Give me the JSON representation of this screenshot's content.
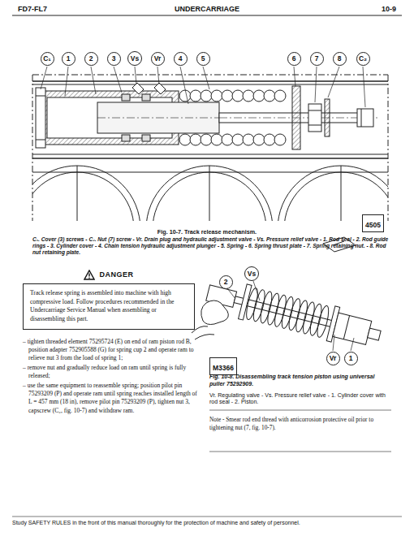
{
  "diagram": {
    "title": "UNDERCARRIAGE",
    "caption": "Fig. 10-7. Track release mechanism.",
    "nodes": [
      {
        "text": [
          "C₁"
        ]
      },
      {
        "text": [
          "1"
        ]
      },
      {
        "text": [
          "2"
        ]
      },
      {
        "text": [
          "3"
        ]
      },
      {
        "text": [
          "Vs"
        ]
      },
      {
        "text": [
          "Vr"
        ]
      },
      {
        "text": [
          "4"
        ]
      },
      {
        "text": [
          "5"
        ]
      },
      {
        "text": [
          "6"
        ]
      },
      {
        "text": [
          "7"
        ]
      },
      {
        "text": [
          "8"
        ]
      },
      {
        "text": [
          "C₂"
        ]
      },
      {
        "text": [
          "4505"
        ]
      },
      {
        "text": [
          "DANGER",
          "Track release spring is assembled into machine with high compressive load. Follow procedures recommended in the Undercarriage Service Manual when assembling or disassembling this part."
        ]
      },
      {
        "text": [
          "2"
        ]
      },
      {
        "text": [
          "Vs"
        ]
      },
      {
        "text": [
          "Vr"
        ]
      },
      {
        "text": [
          "1"
        ]
      },
      {
        "text": [
          "M3366"
        ]
      }
    ],
    "labels": [
      "FD7-FL7",
      "10-9",
      "C₁. Cover (3) screws - C₂. Nut (7) screw - Vr. Drain plug and hydraulic adjustment valve - Vs. Pressure relief valve - 1. Rod seal - 2. Rod guide rings - 3. Cylinder cover - 4. Chain tension hydraulic adjustment plunger - 5. Spring - 6. Spring thrust plate - 7. Spring retaining nut. - 8. Rod nut retaining plate.",
      "– tighten threaded element 75295724 (E) on end of ram piston rod B, position adapter 752905588 (G) for spring cup 2 and operate ram to relieve nut 3 from the load of spring 1;",
      "– remove nut and gradually reduce load on ram until spring is fully released;",
      "– use the same equipment to reassemble spring; position pilot pin 75293209 (P) and operate ram until spring reaches installed length of L = 457 mm (18 in), remove pilot pin 75293209 (P), tighten nut 3, capscrew (C₂, fig. 10-7) and withdraw ram.",
      "Fig. 10-8. Disassembling track tension piston using universal puller 75292909.",
      "Vr. Regulating valve - Vs. Pressure relief valve - 1. Cylinder cover with rod seal - 2. Piston.",
      "Note - Smear rod end thread with anticorrosion protective oil prior to tightening nut (7, fig. 10-7).",
      "Study SAFETY RULES in the front of this manual thoroughly for the protection of machine and safety of personnel."
    ]
  }
}
